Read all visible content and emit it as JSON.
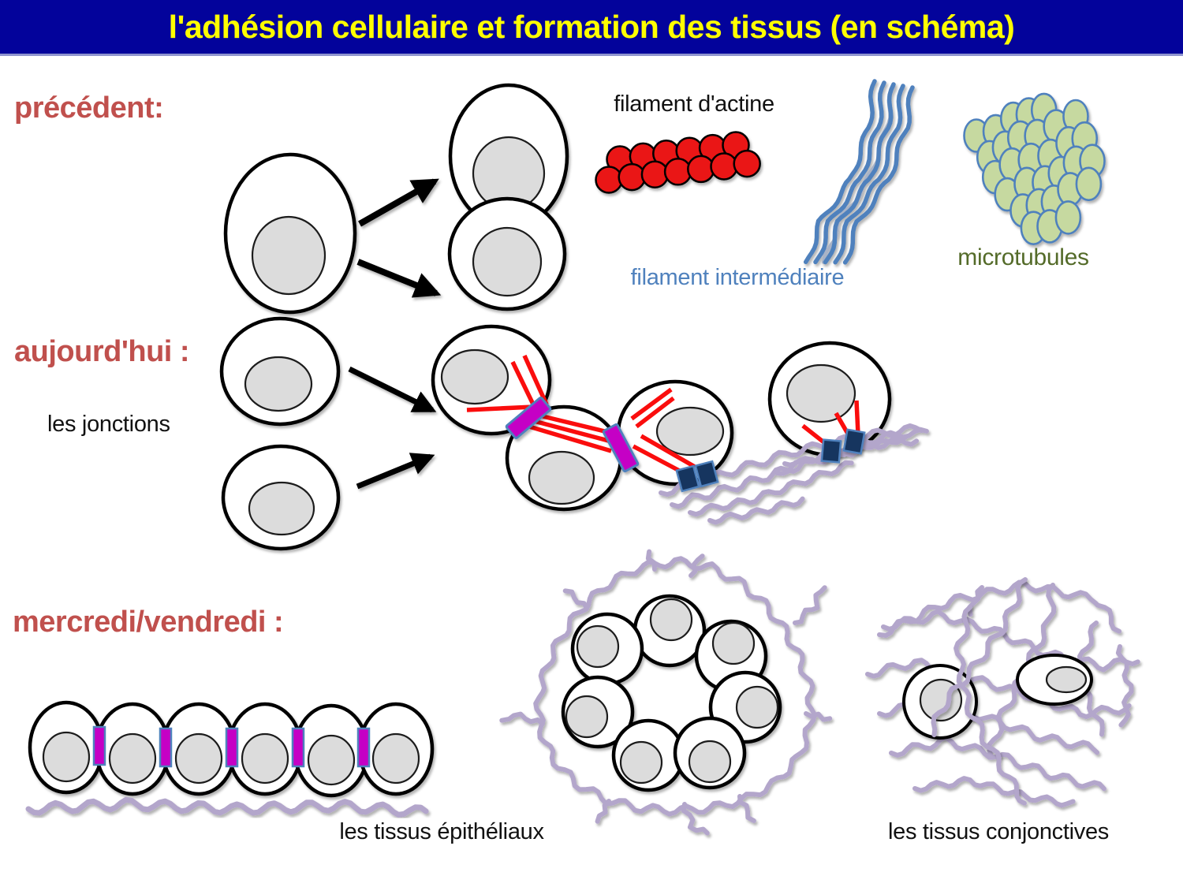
{
  "header": {
    "title": "l'adhésion cellulaire et formation des tissus (en schéma)"
  },
  "sections": {
    "previous": {
      "label": "précédent:"
    },
    "today": {
      "label": "aujourd'hui :",
      "sublabel": "les jonctions"
    },
    "upcoming": {
      "label": "mercredi/vendredi :"
    }
  },
  "cytoskeleton": {
    "actin": {
      "label": "filament d'actine"
    },
    "intermediate": {
      "label": "filament intermédiaire"
    },
    "microtubules": {
      "label": "microtubules"
    }
  },
  "tissues": {
    "epithelial": {
      "label": "les tissus épithéliaux"
    },
    "connective": {
      "label": "les tissus conjonctives"
    }
  },
  "colors": {
    "header_bg": "#03039b",
    "header_border": "#8f94cf",
    "header_text": "#ffff00",
    "heading_red": "#c0504d",
    "actin_red": "#ea1212",
    "filament_red": "#fa0a0a",
    "cytoskeleton_blue": "#4f81bd",
    "microtubule_fill": "#c6d9a0",
    "microtubule_label": "#546b29",
    "cell_stroke": "#000000",
    "nucleus_fill": "#dcdcdc",
    "junction_magenta": "#c501c5",
    "junction_border": "#4f81bd",
    "adhesion_navy": "#14355f",
    "ecm_lavender": "#b3a6cb",
    "arrow_black": "#000000"
  }
}
